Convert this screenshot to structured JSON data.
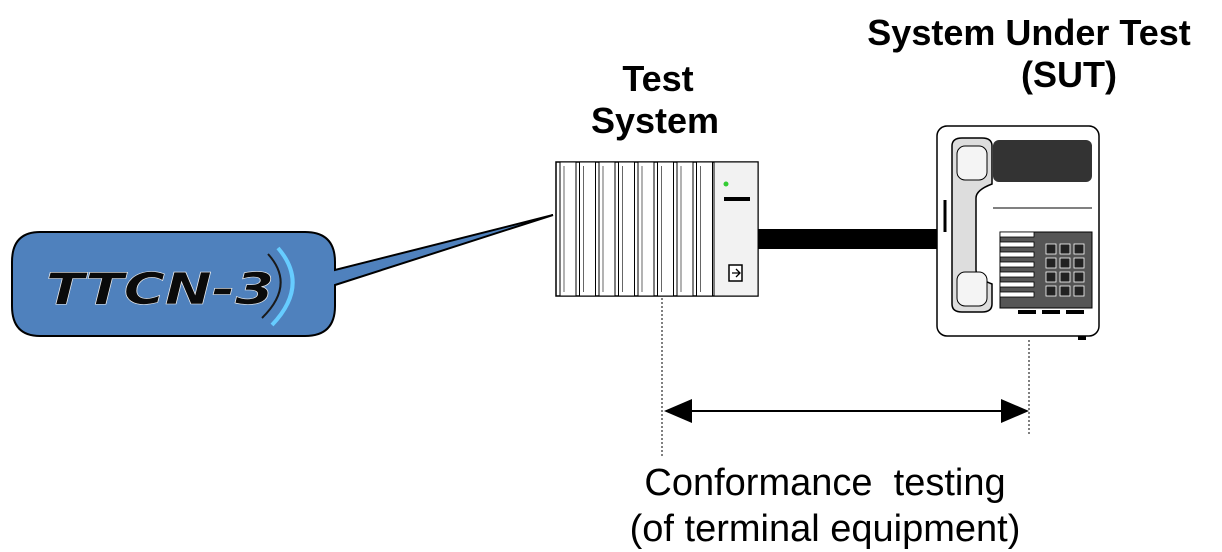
{
  "labels": {
    "sut_line1": "System Under Test",
    "sut_line2": "(SUT)",
    "test_line1": "Test",
    "test_line2": "System",
    "caption_line1": "Conformance  testing",
    "caption_line2": "(of terminal equipment)"
  },
  "logo": {
    "text": "TTCN-3"
  },
  "colors": {
    "bubble_fill": "#4f81bd",
    "bubble_stroke": "#000000",
    "cable": "#000000",
    "device_stroke": "#000000",
    "phone_dark": "#333333",
    "phone_panel": "#555555",
    "led": "#33cc33",
    "logo_ring": "#66ccff"
  },
  "icons": {
    "test_system": "rack-server-icon",
    "sut": "desk-telephone-icon",
    "range": "double-headed-arrow-icon"
  }
}
